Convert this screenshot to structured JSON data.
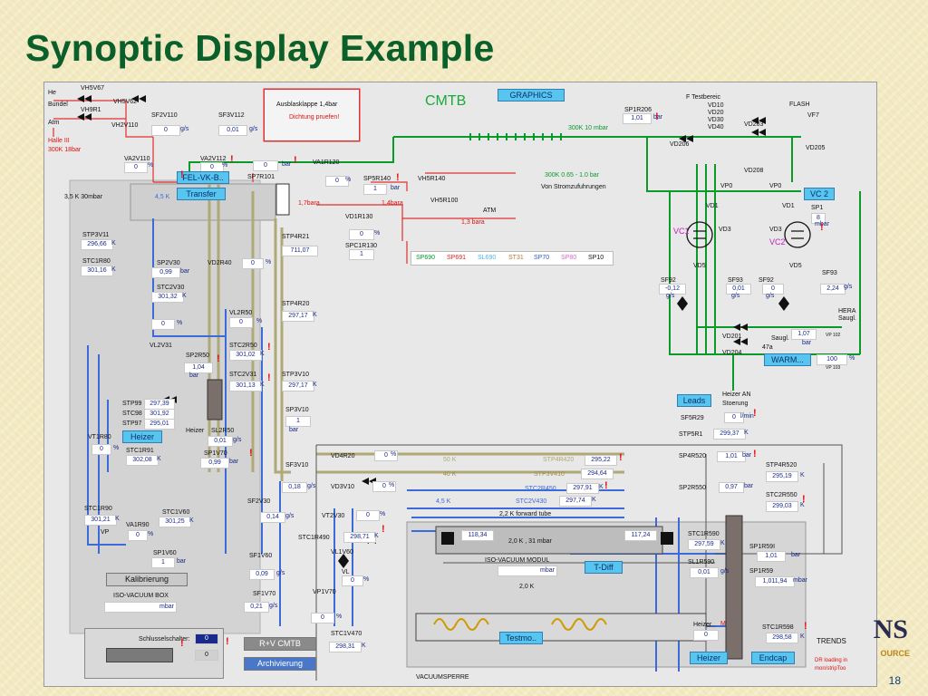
{
  "slide": {
    "title": "Synoptic Display Example",
    "page_number": "18",
    "logo_text": "NS",
    "logo_sub": "OURCE"
  },
  "header": {
    "cmtb": "CMTB",
    "graphics_button": "GRAPHICS",
    "alarm_box": {
      "line1": "Ausblasklappe 1,4bar",
      "line2": "Dichtung pruefen!"
    }
  },
  "labels": {
    "he": "He",
    "bundel": "Bundel",
    "atm": "Atm",
    "halle": "Halle III",
    "k300_18": "300K 18bar",
    "vh5v67": "VH5V67",
    "vh5v62": "VH5V62",
    "vh9r1": "VH9R1",
    "vh2v110": "VH2V110",
    "sf2v110": "SF2V110",
    "sf3v112": "SF3V112",
    "va2v110": "VA2V110",
    "va2v112": "VA2V112",
    "va1r120": "VA1R120",
    "sp7r101": "SP7R101",
    "sp5r140": "SP5R140",
    "vh5r140": "VH5R140",
    "vh5r100": "VH5R100",
    "atm2": "ATM",
    "k35": "3,5 K 30mbar",
    "bar17": "1,7bara",
    "bar14": "1,4bara",
    "bar13": "1,3 bara",
    "vd1r130": "VD1R130",
    "spc1r130": "SPC1R130",
    "stp4r21": "STP4R21",
    "k300_10": "300K 10 mbar",
    "k300_065": "300K  0.65 - 1.0 bar",
    "stromzu": "Von Stromzufuhrungen",
    "sp1r206": "SP1R206",
    "testbereich": "F Testbereic",
    "vd10": "VD10",
    "vd20": "VD20",
    "vd30": "VD30",
    "vd40": "VD40",
    "flash": "FLASH",
    "vf7": "VF7",
    "vd203": "VD203",
    "vd206": "VD206",
    "vd205": "VD205",
    "vd208": "VD208",
    "vp0a": "VP0",
    "vp0b": "VP0",
    "vd1a": "VD1",
    "vd1b": "VD1",
    "vd3a": "VD3",
    "vd3b": "VD3",
    "sp1": "SP1",
    "vc1": "VC1",
    "vc2": "VC2",
    "vd5a": "VD5",
    "vd5b": "VD5",
    "sf92a": "SF92",
    "sf93a": "SF93",
    "sf92b": "SF92",
    "sf93b": "SF93",
    "hera": "HERA",
    "saugl": "Saugl.",
    "vd201": "VD201",
    "vd204": "VD204",
    "saugl2": "Saugl.",
    "k47": "47a",
    "vp103": "VP 103",
    "vp102": "VP 102",
    "stp3v11": "STP3V11",
    "stc1r80": "STC1R80",
    "stc2v30": "STC2V30",
    "sp2v30": "SP2V30",
    "vd2r40": "VD2R40",
    "vl2r50": "VL2R50",
    "vl2v31": "VL2V31",
    "stc2r50": "STC2R50",
    "sp2r50": "SP2R50",
    "stc2v31": "STC2V31",
    "stp4r20": "STP4R20",
    "stp3v10": "STP3V10",
    "sp3v10": "SP3V10",
    "stp99": "STP99",
    "stc98": "STC98",
    "stp97": "STP97",
    "heizer_lbl": "Heizer",
    "sl2r50": "SL2R50",
    "vt1r80": "VT1R80",
    "stc1r91": "STC1R91",
    "sp1v70": "SP1V70",
    "sf3v10": "SF3V10",
    "vd4r20": "VD4R20",
    "vd3v10": "VD3V10",
    "sf2v30": "SF2V30",
    "vt2v30": "VT2V30",
    "stc1r90": "STC1R90",
    "stc1v60": "STC1V60",
    "va1r90": "VA1R90",
    "vp": "VP",
    "stc1r490": "STC1R490",
    "sp1v60": "SP1V60",
    "sf1v60": "SF1V60",
    "vl1v60": "VL1V60",
    "vl": "VL",
    "iso_box": "ISO-VACUUM BOX",
    "sf1v70": "SF1V70",
    "vp1v70": "VP1V70",
    "stc1v470": "STC1V470",
    "heizer_an": "Heizer AN",
    "stoerung": "Stoerung",
    "sf5r29": "SF5R29",
    "stp5r1": "STP5R1",
    "sp4r520": "SP4R520",
    "stp4r520": "STP4R520",
    "sp2r550": "SP2R550",
    "stc2r550": "STC2R550",
    "k50": "50 K",
    "k40": "40 K",
    "k45": "4,5 K",
    "k45b": "4,5 K",
    "k20": "2,0 K",
    "k22": "2,2 K  forward tube",
    "stp4r420": "STP4R420",
    "stp3v410": "STP3V410",
    "stc2r450": "STC2R450",
    "stc2v430": "STC2V430",
    "k20_31": "2,0 K , 31 mbar",
    "iso_modul": "ISO-VACUUM MODUL",
    "stc1r590": "STC1R590",
    "sl1r590": "SL1R590",
    "sp1r59i": "SP1R59I",
    "sp1r59": "SP1R59",
    "stc1r598": "STC1R598",
    "heizer2": "Heizer",
    "trends": "TRENDS",
    "vacuumsperre": "VACUUMSPERRE",
    "schlussel": "Schlusselschalter:",
    "load1": "DR loading in",
    "load2": "mon/stripToo"
  },
  "values": {
    "sf2v110": "0",
    "sf3v112": "0,01",
    "va2v110": "0",
    "va2v112": "0",
    "va1r120": "0",
    "sp5r140": "0",
    "sp5r140b": "1",
    "vd1r130": "0",
    "spc1r130": "1",
    "sp1r206": "1,01",
    "stp4r21": "711,07",
    "stp3v11": "296,66",
    "stc1r80": "301,16",
    "sp2v30": "0,99",
    "vd2r40": "0",
    "stc2v30": "301,32",
    "vl2r50": "0",
    "vl2v31": "0",
    "stc2r50": "301,02",
    "sp2r50": "1,04",
    "stc2v31": "301,13",
    "stp4r20": "297,17",
    "stp3v10": "297,17",
    "sp3v10": "1",
    "stp99": "297,39",
    "stc98": "301,92",
    "stp97": "295,01",
    "sl2r50": "0,01",
    "vt1r80": "0",
    "stc1r91": "302,08",
    "sp1v70": "0,99",
    "sf3v10": "0,18",
    "vd4r20": "0",
    "vd3v10": "0",
    "sf2v30": "0,14",
    "vt2v30": "0",
    "stc1r90": "301,21",
    "stc1v60": "301,25",
    "va1r90": "0",
    "stc1r490": "298,71",
    "sp1v60": "1",
    "sf1v60": "0,09",
    "vl1v60": "0",
    "sf1v70": "0,21",
    "vp1v70": "0",
    "stc1v470": "298,31",
    "sf92a": "-0,12",
    "sf93a": "0,01",
    "sf92b": "0",
    "sf93b": "2,24",
    "sp1": "8",
    "vp102": "1,07",
    "vp103": "100",
    "sf5r29": "0",
    "stp5r1": "299,37",
    "sp4r520": "1,01",
    "stp4r520": "295,19",
    "sp2r550": "0,97",
    "stc2r550": "299,03",
    "stp4r420": "295,22",
    "stp3v410": "294,64",
    "stc2r450": "297,91",
    "stc2v430": "297,74",
    "t1": "118,34",
    "t2": "117,24",
    "stc1r590": "297,59",
    "sl1r590": "0,01",
    "sp1r59i": "1,01",
    "sp1r59": "1,011,94",
    "stc1r598": "298,58",
    "sl1r590_mbar": "mbar",
    "iso_box": "mbar",
    "heizer2": "0",
    "schluessel": "0",
    "schluessel2": "0"
  },
  "units": {
    "gs": "g/s",
    "bar": "bar",
    "pct": "%",
    "k": "K",
    "mbar": "mbar",
    "lmin": "l/min",
    "m": "M"
  },
  "legend": {
    "items": [
      "SP690",
      "SP691",
      "SL690",
      "ST31",
      "SP70",
      "SP80",
      "SP10"
    ],
    "colors": [
      "#0a9a2a",
      "#e02020",
      "#4fb8ef",
      "#b57a2a",
      "#2f58c8",
      "#d86ad0",
      "#111111"
    ]
  },
  "buttons": {
    "fel_vk_b": "FEL-VK-B..",
    "transfer": "Transfer",
    "vc2": "VC 2",
    "warm": "WARM...",
    "leads": "Leads",
    "heizer_left": "Heizer",
    "kalibrierung": "Kalibrierung",
    "t_diff": "T-Diff",
    "testmo": "Testmo..",
    "heizer_bottom": "Heizer",
    "endcap": "Endcap",
    "rv_cmtb": "R+V CMTB",
    "archivierung": "Archivierung"
  }
}
